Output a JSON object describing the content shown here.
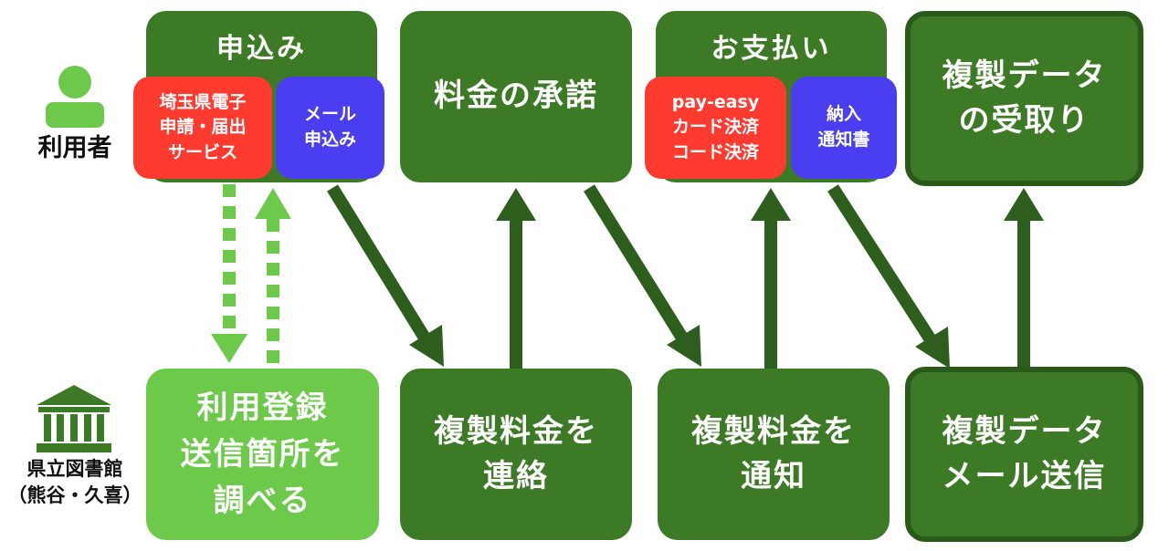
{
  "actors": {
    "user": {
      "label": "利用者",
      "icon": "person-icon"
    },
    "library": {
      "label": "県立図書館\n（熊谷・久喜）",
      "icon": "library-building-icon"
    }
  },
  "top": {
    "apply": {
      "title": "申込み",
      "options": [
        {
          "label": "埼玉県電子\n申請・届出\nサービス",
          "color": "#ff3b2f"
        },
        {
          "label": "メール\n申込み",
          "color": "#4a3ef0"
        }
      ]
    },
    "accept_fee": {
      "label": "料金の承諾"
    },
    "payment": {
      "title": "お支払い",
      "options": [
        {
          "label": "pay-easy\nカード決済\nコード決済",
          "color": "#ff3b2f"
        },
        {
          "label": "納入\n通知書",
          "color": "#4a3ef0"
        }
      ]
    },
    "receive": {
      "label": "複製データ\nの受取り"
    }
  },
  "bottom": {
    "register": {
      "label": "利用登録\n送信箇所を\n調べる"
    },
    "contact_fee": {
      "label": "複製料金を\n連絡"
    },
    "notify_fee": {
      "label": "複製料金を\n通知"
    },
    "send_data": {
      "label": "複製データ\nメール送信"
    }
  },
  "colors": {
    "dark_green": "#3d7a26",
    "arrow_green": "#2d5e1d",
    "light_green": "#6cc94a",
    "red": "#ff3b2f",
    "blue": "#4a3ef0"
  }
}
